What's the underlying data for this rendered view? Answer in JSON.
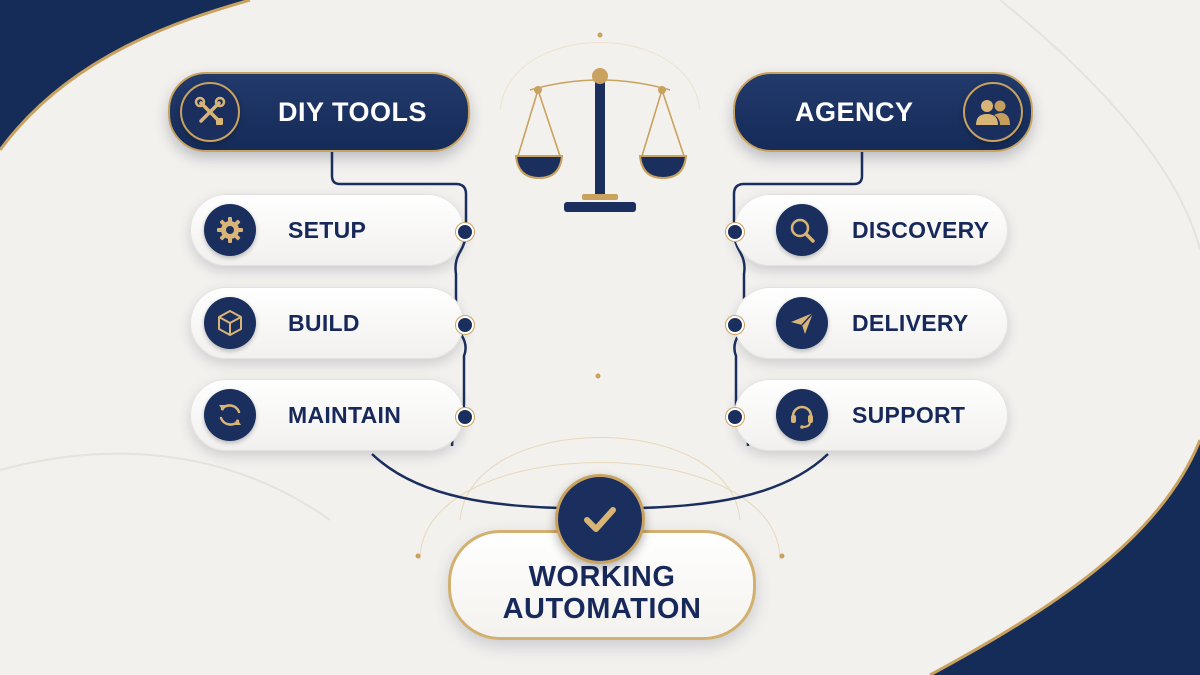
{
  "colors": {
    "navy": "#1b2f5e",
    "gold": "#c9a25f",
    "background": "#f3f1ee",
    "card": "#ffffff"
  },
  "left_branch": {
    "header": {
      "label": "DIY TOOLS",
      "icon": "tools-icon"
    },
    "steps": [
      {
        "label": "SETUP",
        "icon": "gear-icon"
      },
      {
        "label": "BUILD",
        "icon": "cube-icon"
      },
      {
        "label": "MAINTAIN",
        "icon": "refresh-icon"
      }
    ]
  },
  "right_branch": {
    "header": {
      "label": "AGENCY",
      "icon": "users-icon"
    },
    "steps": [
      {
        "label": "DISCOVERY",
        "icon": "search-icon"
      },
      {
        "label": "DELIVERY",
        "icon": "paper-plane-icon"
      },
      {
        "label": "SUPPORT",
        "icon": "headset-icon"
      }
    ]
  },
  "center": {
    "icon": "balance-scale-icon"
  },
  "result": {
    "line1": "WORKING",
    "line2": "AUTOMATION",
    "icon": "check-icon"
  }
}
